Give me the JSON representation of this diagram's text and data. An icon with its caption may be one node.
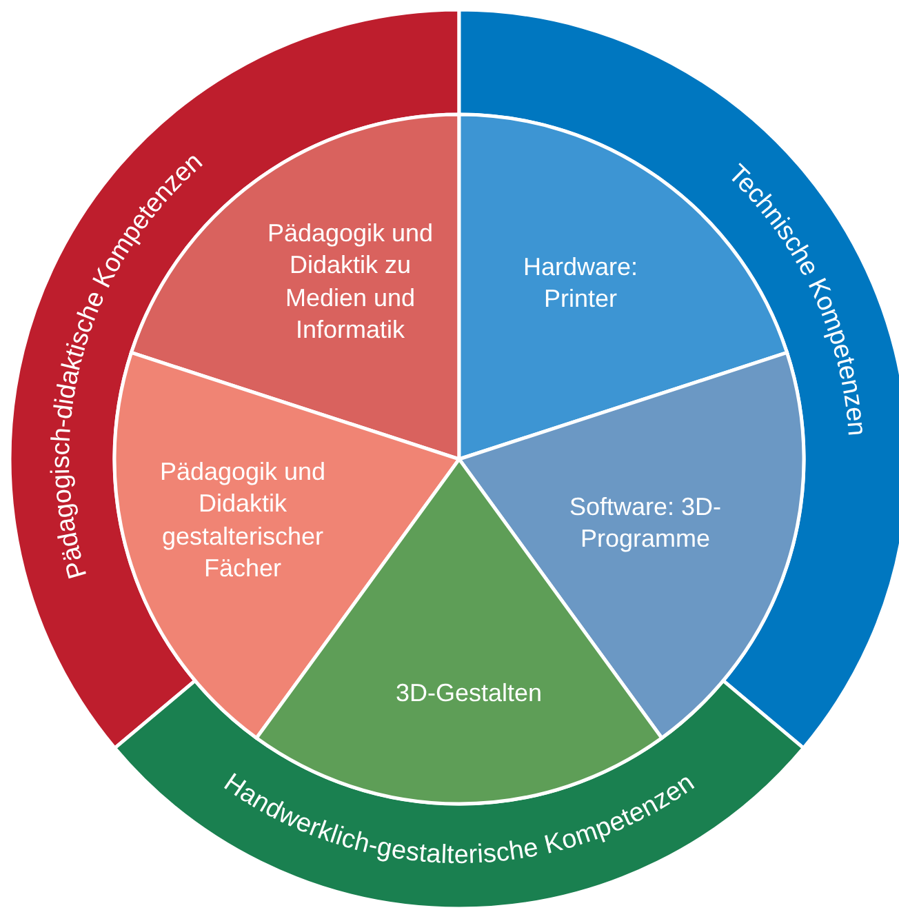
{
  "diagram": {
    "nodes": [
      {
        "text": [
          "Pädagogisch-didaktische Kompetenzen"
        ]
      },
      {
        "text": [
          "Technische Kompetenzen"
        ]
      },
      {
        "text": [
          "Handwerklich-gestalterische Kompetenzen"
        ]
      },
      {
        "text": [
          "Pädagogik und Didaktik zu Medien und Informatik"
        ]
      },
      {
        "text": [
          "Hardware: Printer"
        ]
      },
      {
        "text": [
          "Pädagogik und Didaktik gestalterischer Fächer"
        ]
      },
      {
        "text": [
          "Software: 3D-Programme"
        ]
      },
      {
        "text": [
          "3D-Gestalten"
        ]
      }
    ]
  }
}
